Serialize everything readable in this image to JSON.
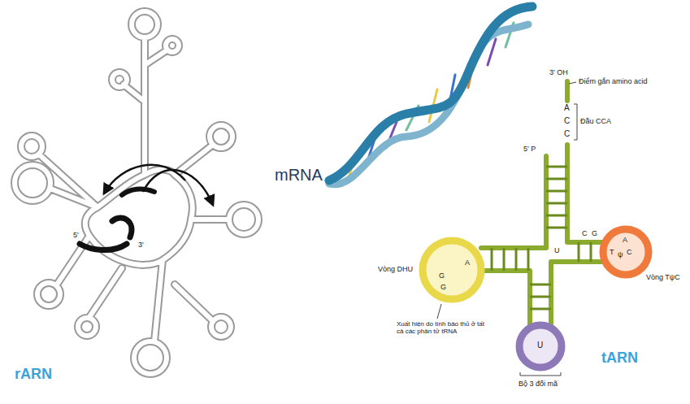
{
  "diagram": {
    "labels": [
      "rARN",
      "5'",
      "3'",
      "mRNA",
      "3' OH",
      "Điểm gắn amino acid",
      "A",
      "C",
      "C",
      "Đầu CCA",
      "5' P",
      "U",
      "Vòng DHU",
      "A",
      "G",
      "G",
      "C",
      "G",
      "T",
      "ψ",
      "C",
      "A",
      "Vòng TψC",
      "Xuất hiện do tính bảo thủ ở tất cả các phân tử tRNA",
      "U",
      "Bộ 3 đối mã",
      "tARN"
    ]
  }
}
